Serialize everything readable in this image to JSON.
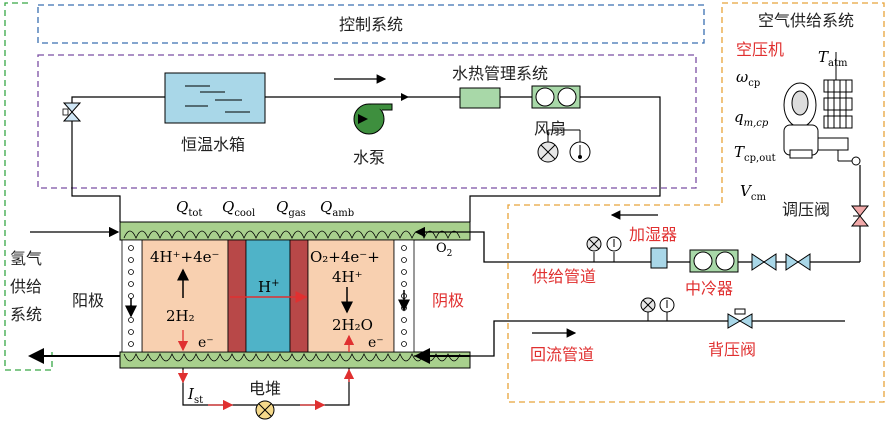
{
  "control": {
    "title": "控制系统"
  },
  "thermal": {
    "title": "水热管理系统",
    "tank": "恒温水箱",
    "pump": "水泵",
    "fan": "风扇"
  },
  "air": {
    "title": "空气供给系统",
    "compressor": "空压机",
    "t_atm": {
      "sym": "T",
      "sub": "atm"
    },
    "omega_cp": {
      "sym": "ω",
      "sub": "cp"
    },
    "qm_cp": {
      "sym": "q",
      "sub": "m,cp"
    },
    "t_cp_out": {
      "sym": "T",
      "sub": "cp,out"
    },
    "v_cm": {
      "sym": "V",
      "sub": "cm"
    },
    "regulator": "调压阀",
    "humidifier": "加湿器",
    "supply_pipe": "供给管道",
    "intercooler": "中冷器",
    "return_pipe": "回流管道",
    "back_valve": "背压阀"
  },
  "hydrogen": {
    "title_lines": [
      "氢气",
      "供给",
      "系统"
    ]
  },
  "stack": {
    "anode": "阳极",
    "cathode": "阴极",
    "label": "电堆",
    "q_tot": {
      "sym": "Q",
      "sub": "tot"
    },
    "q_cool": {
      "sym": "Q",
      "sub": "cool"
    },
    "q_gas": {
      "sym": "Q",
      "sub": "gas"
    },
    "q_amb": {
      "sym": "Q",
      "sub": "amb"
    },
    "i_st": {
      "sym": "I",
      "sub": "st"
    },
    "o2": {
      "sym": "O",
      "sub": "2"
    },
    "hplus": {
      "sym": "H",
      "sup": "+"
    },
    "anode_top": "4H⁺+4e⁻",
    "anode_bottom": "2H₂",
    "anode_e": "e⁻",
    "cathode_top_1": "O₂+4e⁻+",
    "cathode_top_2": "4H⁺",
    "cathode_bottom": "2H₂O",
    "cathode_e": "e⁻"
  },
  "colors": {
    "control_border": "#3a6fb0",
    "thermal_border": "#7b4fa3",
    "air_border": "#e8a33a",
    "hydrogen_border": "#37a845",
    "electrode": "#f8d0b0",
    "membrane": "#4fb3c8",
    "plate": "#b84848",
    "channel": "#a8d08d",
    "tank": "#a9d7e8",
    "pump": "#3e8f3e",
    "accent_red": "#e03030"
  }
}
